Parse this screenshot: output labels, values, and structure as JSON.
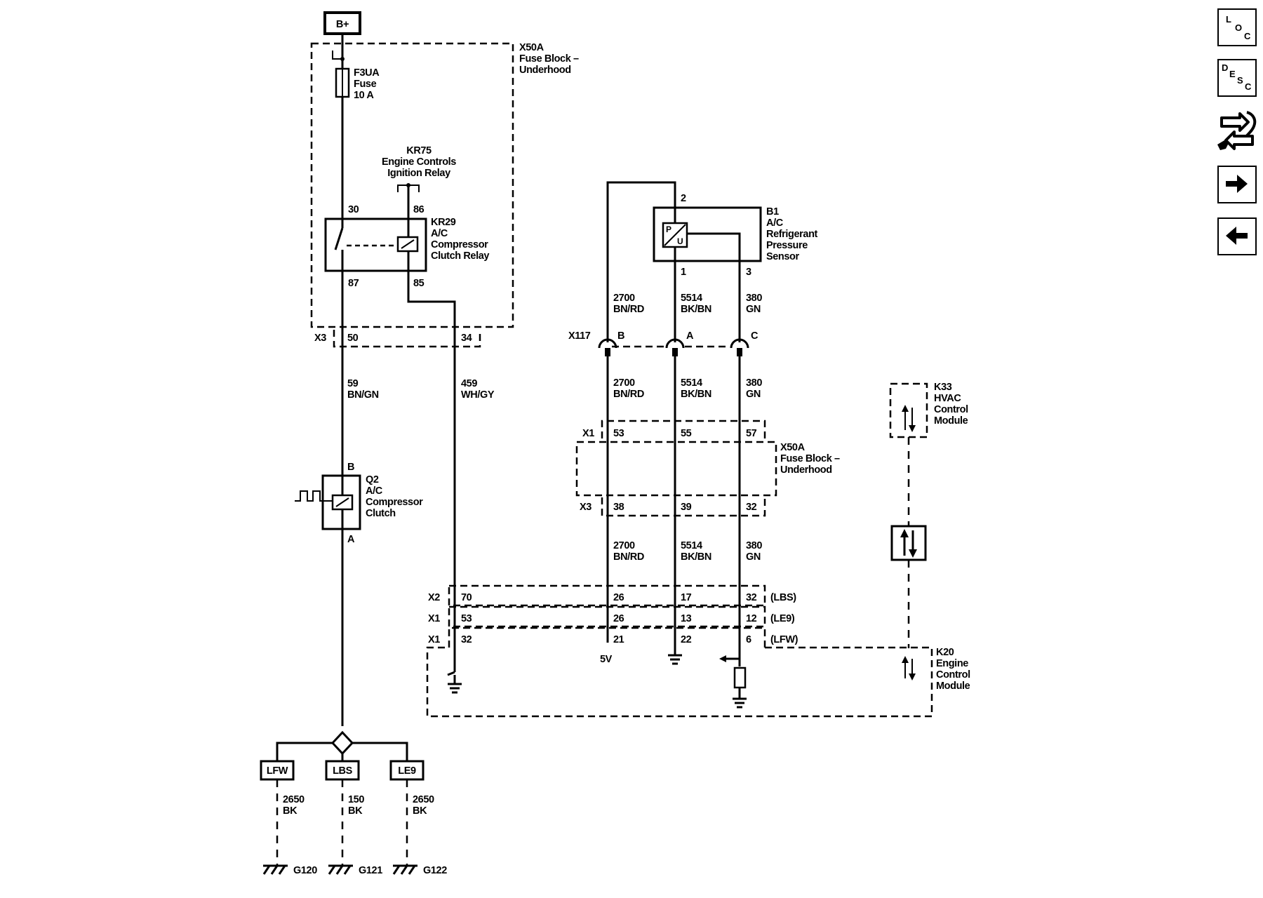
{
  "supply": {
    "label": "B+"
  },
  "fuse_block_top": {
    "id": "X50A",
    "name_line1": "Fuse Block –",
    "name_line2": "Underhood"
  },
  "fuse": {
    "id": "F3UA",
    "line2": "Fuse",
    "line3": "10 A"
  },
  "relay_kr75": {
    "id": "KR75",
    "line2": "Engine Controls",
    "line3": "Ignition Relay"
  },
  "relay_kr29": {
    "id": "KR29",
    "line2": "A/C",
    "line3": "Compressor",
    "line4": "Clutch Relay",
    "pins": {
      "p30": "30",
      "p86": "86",
      "p87": "87",
      "p85": "85"
    }
  },
  "connector_x3_top": {
    "id": "X3",
    "pin_a": "50",
    "pin_b": "34"
  },
  "wire_59": {
    "circuit": "59",
    "color": "BN/GN"
  },
  "wire_459": {
    "circuit": "459",
    "color": "WH/GY"
  },
  "clutch_q2": {
    "id": "Q2",
    "line2": "A/C",
    "line3": "Compressor",
    "line4": "Clutch",
    "pin_b": "B",
    "pin_a": "A"
  },
  "sensor_b1": {
    "id": "B1",
    "line2": "A/C",
    "line3": "Refrigerant",
    "line4": "Pressure",
    "line5": "Sensor",
    "pin2": "2",
    "pin1": "1",
    "pin3": "3",
    "glyph_p": "P",
    "glyph_u": "U"
  },
  "wires_upper": [
    {
      "circuit": "2700",
      "color": "BN/RD"
    },
    {
      "circuit": "5514",
      "color": "BK/BN"
    },
    {
      "circuit": "380",
      "color": "GN"
    }
  ],
  "connector_x117": {
    "id": "X117",
    "pins": [
      "B",
      "A",
      "C"
    ]
  },
  "wires_middle": [
    {
      "circuit": "2700",
      "color": "BN/RD"
    },
    {
      "circuit": "5514",
      "color": "BK/BN"
    },
    {
      "circuit": "380",
      "color": "GN"
    }
  ],
  "fuse_block_mid": {
    "id": "X50A",
    "name_line1": "Fuse Block –",
    "name_line2": "Underhood",
    "x1_id": "X1",
    "x1_pins": [
      "53",
      "55",
      "57"
    ],
    "x3_id": "X3",
    "x3_pins": [
      "38",
      "39",
      "32"
    ]
  },
  "wires_lower": [
    {
      "circuit": "2700",
      "color": "BN/RD"
    },
    {
      "circuit": "5514",
      "color": "BK/BN"
    },
    {
      "circuit": "380",
      "color": "GN"
    }
  ],
  "ecm_connectors": [
    {
      "id": "X2",
      "pins": [
        "70",
        "26",
        "17",
        "32"
      ],
      "option": "(LBS)"
    },
    {
      "id": "X1",
      "pins": [
        "53",
        "26",
        "13",
        "12"
      ],
      "option": "(LE9)"
    },
    {
      "id": "X1",
      "pins": [
        "32",
        "21",
        "22",
        "6"
      ],
      "option": "(LFW)"
    }
  ],
  "ecm": {
    "id": "K20",
    "line2": "Engine",
    "line3": "Control",
    "line4": "Module",
    "ref_5v": "5V"
  },
  "hvac": {
    "id": "K33",
    "line2": "HVAC",
    "line3": "Control",
    "line4": "Module"
  },
  "grounds": [
    {
      "option": "LFW",
      "circuit": "2650",
      "color": "BK",
      "ground": "G120"
    },
    {
      "option": "LBS",
      "circuit": "150",
      "color": "BK",
      "ground": "G121"
    },
    {
      "option": "LE9",
      "circuit": "2650",
      "color": "BK",
      "ground": "G122"
    }
  ],
  "sidebar": {
    "loc": {
      "l": "L",
      "o": "O",
      "c": "C"
    },
    "desc": {
      "d": "D",
      "e": "E",
      "s": "S",
      "c": "C"
    }
  }
}
